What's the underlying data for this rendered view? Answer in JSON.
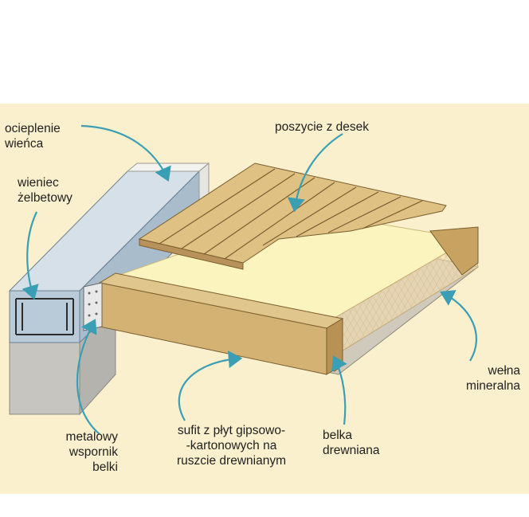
{
  "labels": {
    "ocieplenie": "ocieplenie\nwieńca",
    "wieniec": "wieniec\nżelbetowy",
    "poszycie": "poszycie z desek",
    "welna": "wełna\nmineralna",
    "belka": "belka\ndrewniana",
    "sufit": "sufit z płyt gipsowo-\n-kartonowych na\nruszcie drewnianym",
    "wspornik": "metalowy\nwspornik\nbelki"
  },
  "colors": {
    "background": "#faf0cd",
    "arrow": "#3a9fb4",
    "wood": "#d6b77c",
    "wood_dark": "#b08a4c",
    "concrete": "#c9c9c5",
    "beam_blue": "#b7c8d6",
    "insulation": "#fbf6c8"
  }
}
